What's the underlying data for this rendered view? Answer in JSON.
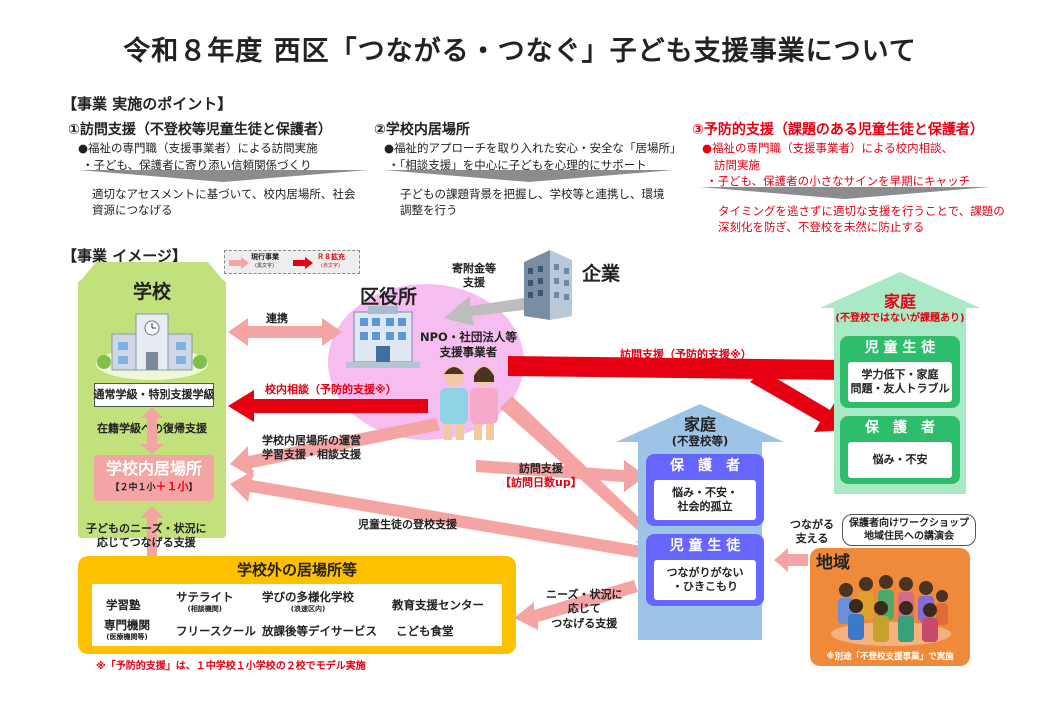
{
  "title": "令和８年度 西区「つながる・つなぐ」子ども支援事業について",
  "points": {
    "header": "【事業 実施のポイント】",
    "p1": {
      "title": "①訪問支援（不登校等児童生徒と保護者）",
      "line1": "●福祉の専門職（支援事業者）による訪問実施",
      "line2": "・子ども、保護者に寄り添い信頼関係づくり",
      "result1": "適切なアセスメントに基づいて、校内居場所、社会",
      "result2": "資源につなげる"
    },
    "p2": {
      "title": "②学校内居場所",
      "line1": "●福祉的アプローチを取り入れた安心・安全な「居場所」",
      "line2": "・「相談支援」を中心に子どもを心理的にサポート",
      "result1": "子どもの課題背景を把握し、学校等と連携し、環境",
      "result2": "調整を行う"
    },
    "p3": {
      "title": "③予防的支援（課題のある児童生徒と保護者）",
      "line1": "●福祉の専門職（支援事業者）による校内相談、",
      "line1b": "訪問実施",
      "line2": "・子ども、保護者の小さなサインを早期にキャッチ",
      "result1": "タイミングを逃さずに適切な支援を行うことで、課題の",
      "result2": "深刻化を防ぎ、不登校を未然に防止する"
    }
  },
  "image": {
    "header": "【事業 イメージ】",
    "legend": {
      "current": "現行事業",
      "current_sub": "(黒文字)",
      "expand": "Ｒ８拡充",
      "expand_sub": "(赤文字)"
    },
    "school": {
      "title": "学校",
      "class_label": "通常学級・特別支援学級",
      "return_label": "在籍学級への復帰支援",
      "ibasho_title": "学校内居場所",
      "ibasho_sub_black": "【２中１小",
      "ibasho_sub_red": "＋１小",
      "ibasho_sub_end": "】"
    },
    "ward": {
      "title": "区役所",
      "npo1": "NPO・社団法人等",
      "npo2": "支援事業者"
    },
    "company": {
      "title": "企業",
      "donation1": "寄附金等",
      "donation2": "支援"
    },
    "labels": {
      "renkei": "連携",
      "konai": "校内相談（予防的支援※）",
      "ibasho_run1": "学校内居場所の運営",
      "ibasho_run2": "学習支援・相談支援",
      "visit_red": "訪問支援（予防的支援※）",
      "visit1": "訪問支援",
      "visit2": "【訪問日数up】",
      "tokou": "児童生徒の登校支援",
      "needs_school1": "子どものニーズ・状況に",
      "needs_school2": "応じてつなげる支援",
      "needs_out1": "ニーズ・状況に",
      "needs_out2": "応じて",
      "needs_out3": "つなげる支援",
      "tsunagaru1": "つながる",
      "tsunagaru2": "支える"
    },
    "outside": {
      "title": "学校外の居場所等",
      "items": {
        "gakushu": "学習塾",
        "satellite": "サテライト",
        "satellite_sub": "(相談機関)",
        "manabi": "学びの多様化学校",
        "manabi_sub": "(浪速区内)",
        "kyoiku": "教育支援センター",
        "senmon": "専門機関",
        "senmon_sub": "(医療機関等)",
        "free": "フリースクール",
        "houkago": "放課後等デイサービス",
        "kodomo": "こども食堂"
      }
    },
    "home_center": {
      "title": "家庭",
      "sub": "(不登校等)",
      "parent_title": "保　護　者",
      "parent_body1": "悩み・不安・",
      "parent_body2": "社会的孤立",
      "child_title": "児 童 生 徒",
      "child_body1": "つながりがない",
      "child_body2": "・ひきこもり"
    },
    "home_right": {
      "title": "家庭",
      "sub": "(不登校ではないが課題あり)",
      "child_title": "児 童 生 徒",
      "child_body1": "学力低下・家庭",
      "child_body2": "問題・友人トラブル",
      "parent_title": "保　護　者",
      "parent_body": "悩み・不安"
    },
    "community": {
      "title": "地域",
      "workshop1": "保護者向けワークショップ",
      "workshop2": "地域住民への講演会",
      "note": "※別途「不登校支援事業」で実施"
    },
    "footnote": "※「予防的支援」は、１中学校１小学校の２校でモデル実施"
  },
  "colors": {
    "school_green": "#c2e07c",
    "red": "#e60012",
    "pink": "#f5a4a4",
    "orange": "#ffc000",
    "blue_house": "#9dc3e6",
    "green_house": "#a9e9c6",
    "purple": "#6666ff",
    "green_box": "#2ebd6a",
    "community_orange": "#ef8a3a"
  },
  "icons": [
    "school-building-icon",
    "city-hall-icon",
    "office-building-icon",
    "staff-people-icon",
    "community-circle-icon"
  ]
}
